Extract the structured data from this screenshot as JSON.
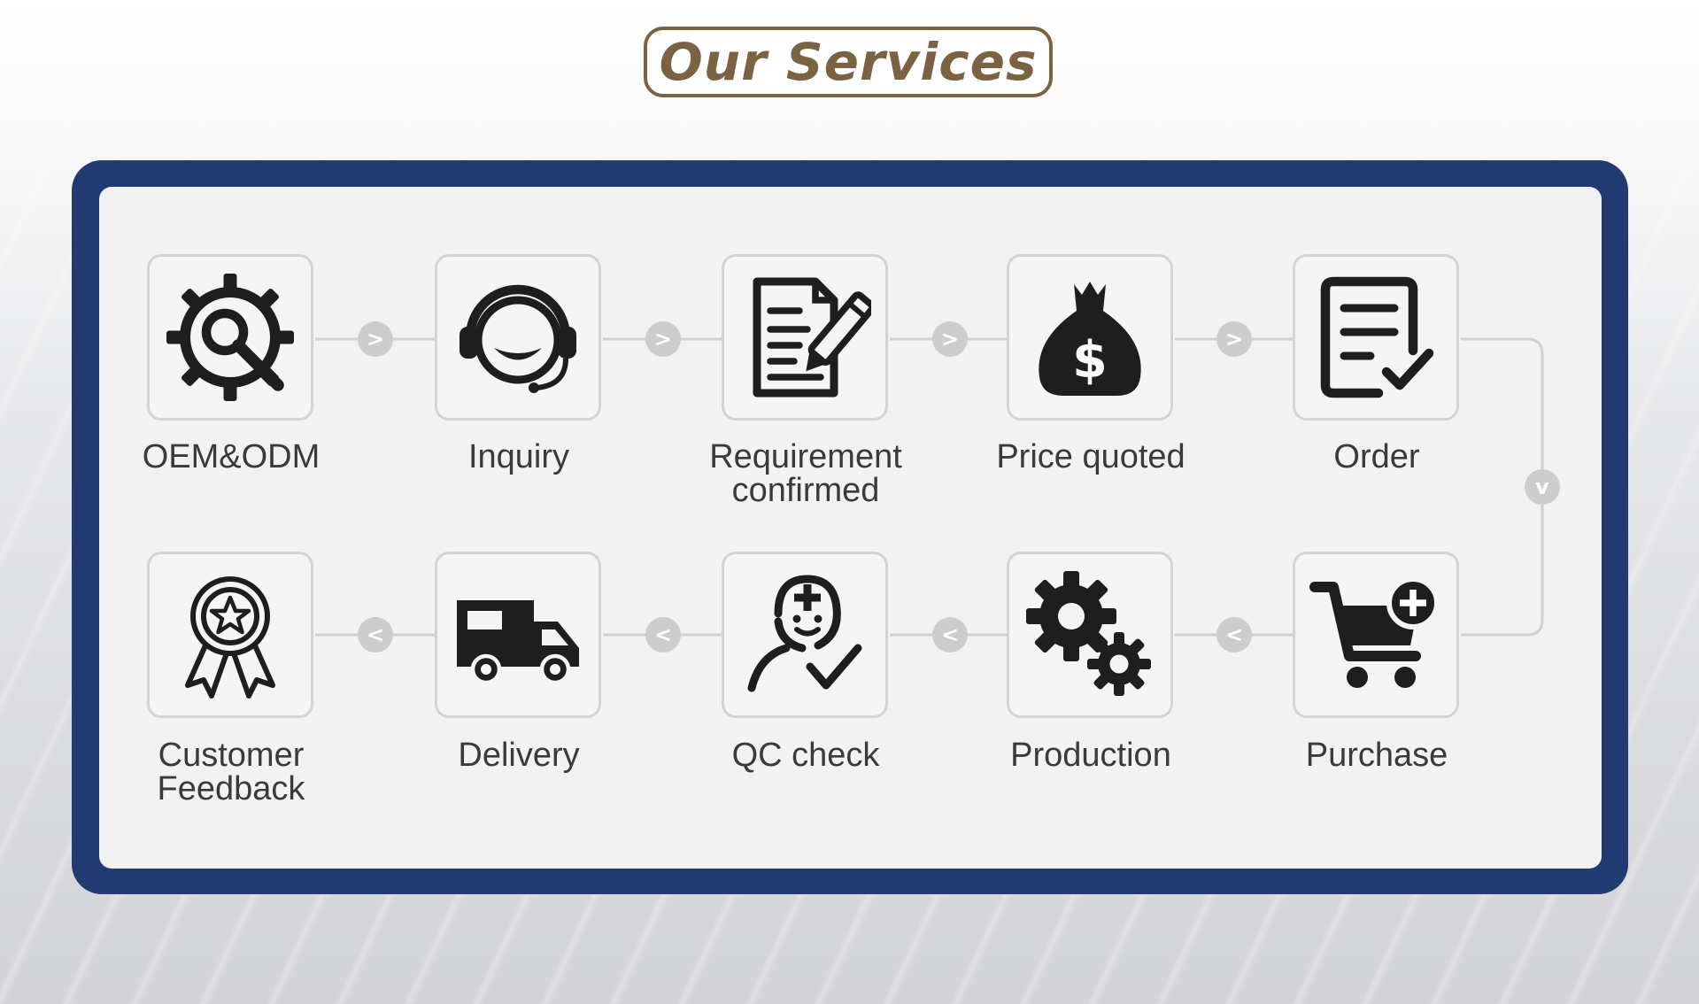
{
  "title": "Our Services",
  "steps": [
    {
      "label": "OEM&ODM",
      "icon": "gear-search-icon"
    },
    {
      "label": "Inquiry",
      "icon": "headset-icon"
    },
    {
      "label": "Requirement confirmed",
      "icon": "document-edit-icon"
    },
    {
      "label": "Price quoted",
      "icon": "money-bag-icon"
    },
    {
      "label": "Order",
      "icon": "checklist-icon"
    },
    {
      "label": "Purchase",
      "icon": "cart-add-icon"
    },
    {
      "label": "Production",
      "icon": "gears-icon"
    },
    {
      "label": "QC check",
      "icon": "person-check-icon"
    },
    {
      "label": "Delivery",
      "icon": "truck-icon"
    },
    {
      "label": "Customer Feedback",
      "icon": "award-ribbon-icon"
    }
  ],
  "arrows": {
    "right": ">",
    "down": "v",
    "left": "<"
  },
  "colors": {
    "frame": "#223a72",
    "title": "#7a6242",
    "icon": "#1e1e1e",
    "arrow": "#cdcdcd"
  }
}
